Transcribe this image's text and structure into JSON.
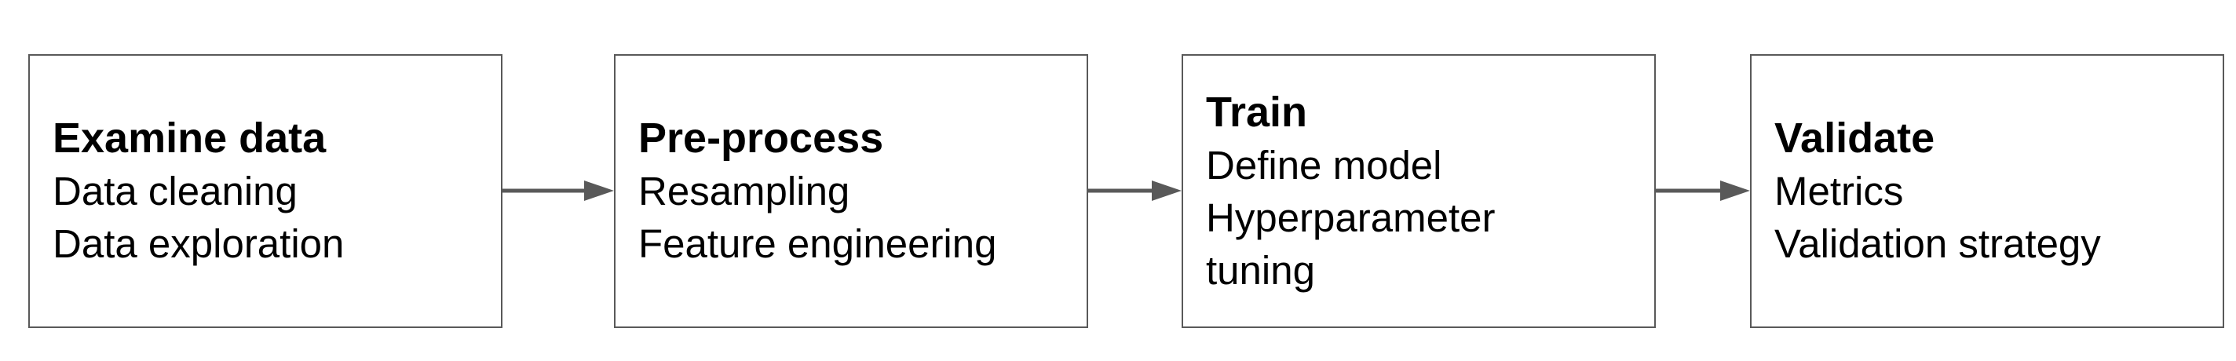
{
  "colors": {
    "border": "#595959",
    "arrow": "#595959",
    "text": "#000000",
    "background": "#ffffff"
  },
  "stages": [
    {
      "title": "Examine data",
      "lines": [
        "Data cleaning",
        "Data exploration"
      ]
    },
    {
      "title": "Pre-process",
      "lines": [
        "Resampling",
        "Feature engineering"
      ]
    },
    {
      "title": "Train",
      "lines": [
        "Define model",
        "Hyperparameter",
        "tuning"
      ]
    },
    {
      "title": "Validate",
      "lines": [
        "Metrics",
        "Validation strategy"
      ]
    }
  ]
}
